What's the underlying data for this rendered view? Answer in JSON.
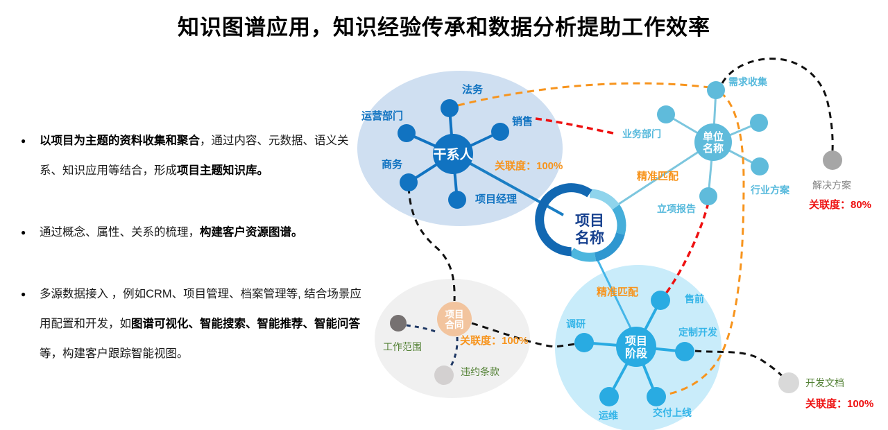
{
  "title": "知识图谱应用，知识经验传承和数据分析提助工作效率",
  "bullets": {
    "b1": {
      "bold1": "以项目为主题的资料收集和聚合",
      "normal1": "，通过内容、元数据、语义关系、知识应用等结合，形成",
      "bold2": "项目主题知识库。"
    },
    "b2": {
      "normal1": "通过概念、属性、关系的梳理，",
      "bold1": "构建客户资源图谱。"
    },
    "b3": {
      "normal1": "多源数据接入 ，例如CRM、项目管理、档案管理等, 结合场景应用配置和开发，如",
      "bold1": "图谱可视化、智能搜索、智能推荐、智能问答",
      "normal2": "等，构建客户跟踪智能视图。"
    }
  },
  "graph": {
    "stakeholder": {
      "center": "干系人",
      "sat_legal": "法务",
      "sat_operations": "运营部门",
      "sat_sales": "销售",
      "sat_business": "商务",
      "sat_pm": "项目经理",
      "relevance": "关联度：100%"
    },
    "org": {
      "center1": "单位",
      "center2": "名称",
      "sat_requirements": "需求收集",
      "sat_bizdept": "业务部门",
      "sat_industry": "行业方案",
      "sat_report": "立项报告",
      "match": "精准匹配"
    },
    "project": {
      "center1": "项目",
      "center2": "名称"
    },
    "contract": {
      "center1": "项目",
      "center2": "合同",
      "sat_scope": "工作范围",
      "sat_breach": "违约条款",
      "relevance": "关联度：100%"
    },
    "phase": {
      "center1": "项目",
      "center2": "阶段",
      "sat_presales": "售前",
      "sat_research": "调研",
      "sat_custom": "定制开发",
      "sat_om": "运维",
      "sat_delivery": "交付上线",
      "match": "精准匹配"
    },
    "solution": {
      "label": "解决方案",
      "relevance": "关联度：80%"
    },
    "devdoc": {
      "label": "开发文档",
      "relevance": "关联度：100%"
    }
  },
  "colors": {
    "node_blue": "#1173c1",
    "node_lightblue": "#5fbbdb",
    "node_cyan": "#29abe2",
    "cluster_blue_bg": "#cfdff1",
    "cluster_cyan_bg": "#c9ecfa",
    "cluster_gray_bg": "#f0f0f0",
    "contract_peach": "#f2c49e",
    "accent_orange": "#f7941d",
    "accent_red": "#ee1111",
    "label_green": "#538135",
    "navy_dash": "#1f3864"
  }
}
